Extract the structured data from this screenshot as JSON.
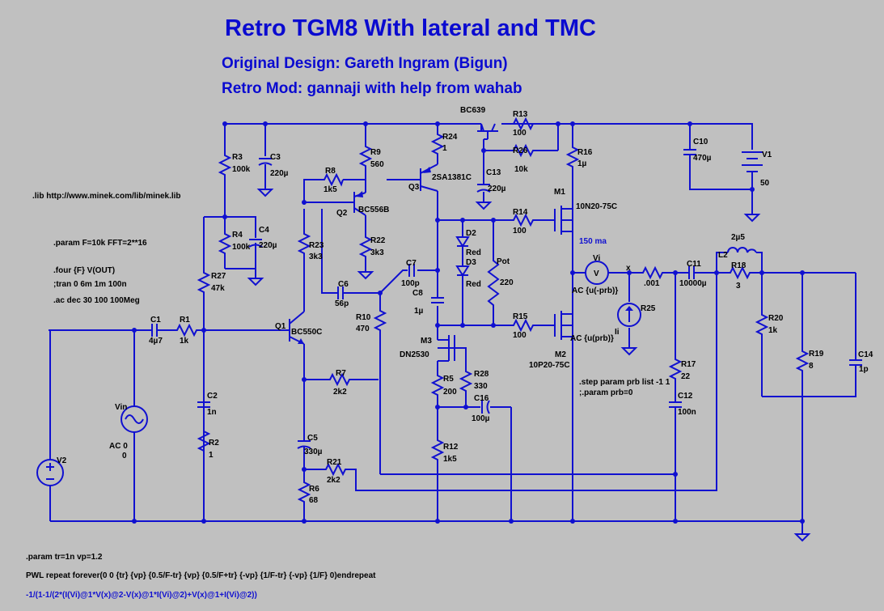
{
  "title": "Retro TGM8 With lateral and TMC",
  "subtitle_1": "Original Design: Gareth Ingram (Bigun)",
  "subtitle_2": "Retro Mod: gannaji with help from wahab",
  "directives": {
    "lib": ".lib http://www.minek.com/lib/minek.lib",
    "param_f": ".param F=10k FFT=2**16",
    "four": ".four {F} V(OUT)",
    "tran": ";tran 0 6m 1m 100n",
    "ac": ".ac dec 30 100 100Meg",
    "step": ".step param prb list -1 1",
    "param_prb": ";.param prb=0",
    "param_tr": ".param tr=1n vp=1.2",
    "pwl": "PWL repeat forever(0 0 {tr} {vp} {0.5/F-tr} {vp} {0.5/F+tr} {-vp} {1/F-tr} {-vp} {1/F} 0)endrepeat",
    "formula": "-1/(1-1/(2*(I(Vi)@1*V(x)@2-V(x)@1*I(Vi)@2)+V(x)@1+I(Vi)@2))"
  },
  "annotation_current": "150 ma",
  "components": {
    "R1": {
      "name": "R1",
      "value": "1k"
    },
    "R2": {
      "name": "R2",
      "value": "1"
    },
    "R3": {
      "name": "R3",
      "value": "100k"
    },
    "R4": {
      "name": "R4",
      "value": "100k"
    },
    "R5": {
      "name": "R5",
      "value": "200"
    },
    "R6": {
      "name": "R6",
      "value": "68"
    },
    "R7": {
      "name": "R7",
      "value": "2k2"
    },
    "R8": {
      "name": "R8",
      "value": "1k5"
    },
    "R9": {
      "name": "R9",
      "value": "560"
    },
    "R10": {
      "name": "R10",
      "value": "470"
    },
    "R12": {
      "name": "R12",
      "value": "1k5"
    },
    "R13": {
      "name": "R13",
      "value": "100"
    },
    "R14": {
      "name": "R14",
      "value": "100"
    },
    "R15": {
      "name": "R15",
      "value": "100"
    },
    "R16": {
      "name": "R16",
      "value": "1µ"
    },
    "R17": {
      "name": "R17",
      "value": "22"
    },
    "R18": {
      "name": "R18",
      "value": "3"
    },
    "R19": {
      "name": "R19",
      "value": "8"
    },
    "R20": {
      "name": "R20",
      "value": "1k"
    },
    "R21": {
      "name": "R21",
      "value": "2k2"
    },
    "R22": {
      "name": "R22",
      "value": "3k3"
    },
    "R23": {
      "name": "R23",
      "value": "3k3"
    },
    "R24": {
      "name": "R24",
      "value": "1"
    },
    "R25": {
      "name": "R25",
      "value": ""
    },
    "R26": {
      "name": "R26",
      "value": "10k"
    },
    "R27": {
      "name": "R27",
      "value": "47k"
    },
    "R28": {
      "name": "R28",
      "value": "330"
    },
    "R29": {
      "name": "",
      "value": ".001"
    },
    "POT": {
      "name": "Pot",
      "value": "220"
    },
    "C1": {
      "name": "C1",
      "value": "4µ7"
    },
    "C2": {
      "name": "C2",
      "value": "1n"
    },
    "C3": {
      "name": "C3",
      "value": "220µ"
    },
    "C4": {
      "name": "C4",
      "value": "220µ"
    },
    "C5": {
      "name": "C5",
      "value": "330µ"
    },
    "C6": {
      "name": "C6",
      "value": "56p"
    },
    "C7": {
      "name": "C7",
      "value": "100p"
    },
    "C8": {
      "name": "C8",
      "value": "1µ"
    },
    "C10": {
      "name": "C10",
      "value": "470µ"
    },
    "C11": {
      "name": "C11",
      "value": "10000µ"
    },
    "C12": {
      "name": "C12",
      "value": "100n"
    },
    "C13": {
      "name": "C13",
      "value": "220µ"
    },
    "C14": {
      "name": "C14",
      "value": "1p"
    },
    "C16": {
      "name": "C16",
      "value": "100µ"
    },
    "L2": {
      "name": "L2",
      "value": "2µ5"
    },
    "D2": {
      "name": "D2",
      "value": "Red"
    },
    "D3": {
      "name": "D3",
      "value": "Red"
    },
    "Q1": {
      "name": "Q1",
      "value": "BC550C"
    },
    "Q2": {
      "name": "Q2",
      "value": "BC556B"
    },
    "Q3": {
      "name": "Q3",
      "value": "2SA1381C"
    },
    "Q4": {
      "name": "",
      "value": "BC639"
    },
    "M1": {
      "name": "M1",
      "value": "10N20-75C"
    },
    "M2": {
      "name": "M2",
      "value": "10P20-75C"
    },
    "M3": {
      "name": "M3",
      "value": "DN2530"
    },
    "V1": {
      "name": "V1",
      "value": "50"
    },
    "V2": {
      "name": "V2",
      "value": ""
    },
    "VIN": {
      "name": "Vin",
      "value1": "AC 0",
      "value2": "0"
    },
    "VI": {
      "name": "Vi",
      "value": "AC {u(-prb)}",
      "sym": "V"
    },
    "II": {
      "name": "Ii",
      "value": "AC {u(prb)}"
    },
    "X": {
      "name": "x"
    }
  }
}
